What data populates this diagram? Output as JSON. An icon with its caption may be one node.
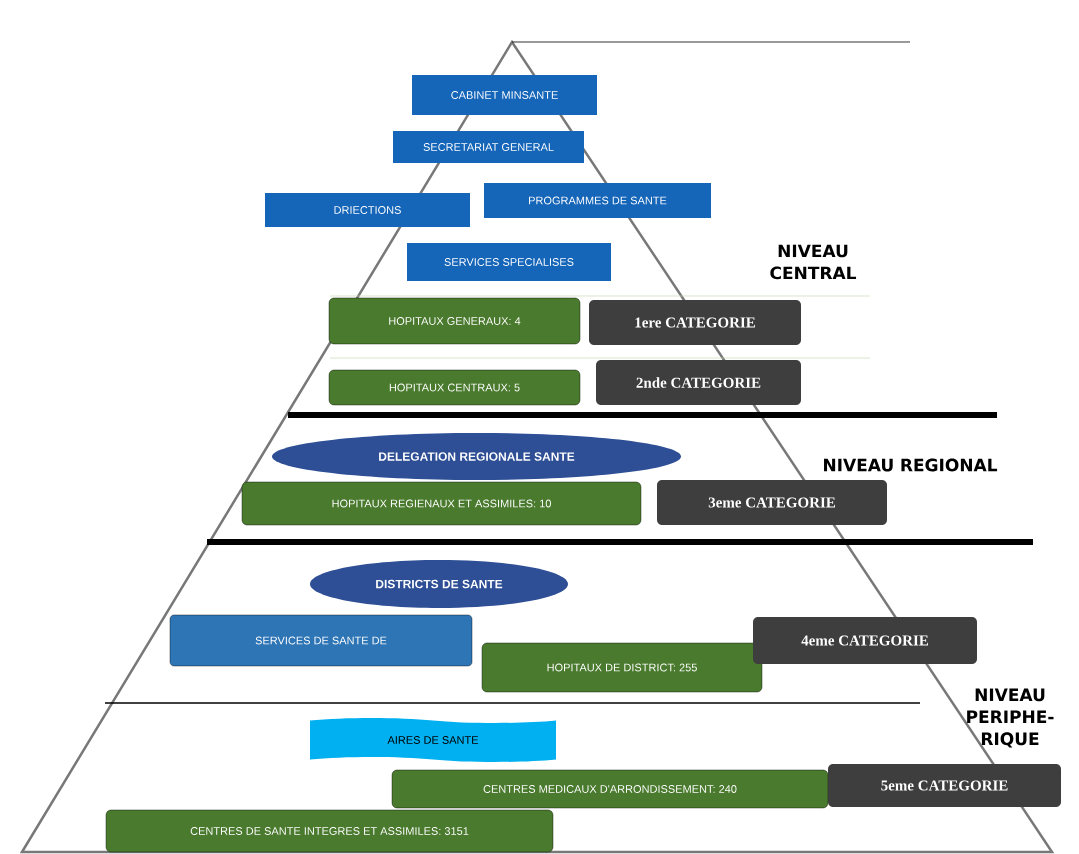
{
  "diagram": {
    "nodes": [
      {
        "text": [
          "CABINET MINSANTE"
        ]
      },
      {
        "text": [
          "SECRETARIAT GENERAL"
        ]
      },
      {
        "text": [
          "DRIECTIONS"
        ]
      },
      {
        "text": [
          "PROGRAMMES DE SANTE"
        ]
      },
      {
        "text": [
          "SERVICES SPECIALISES"
        ]
      },
      {
        "text": [
          "HOPITAUX GENERAUX: 4"
        ]
      },
      {
        "text": [
          "1ere CATEGORIE"
        ]
      },
      {
        "text": [
          "HOPITAUX CENTRAUX: 5"
        ]
      },
      {
        "text": [
          "2nde CATEGORIE"
        ]
      },
      {
        "text": [
          "DELEGATION REGIONALE SANTE"
        ]
      },
      {
        "text": [
          "HOPITAUX REGIENAUX ET ASSIMILES: 10"
        ]
      },
      {
        "text": [
          "3eme CATEGORIE"
        ]
      },
      {
        "text": [
          "DISTRICTS DE SANTE"
        ]
      },
      {
        "text": [
          "SERVICES DE SANTE DE"
        ]
      },
      {
        "text": [
          "HOPITAUX DE DISTRICT: 255"
        ]
      },
      {
        "text": [
          "4eme CATEGORIE"
        ]
      },
      {
        "text": [
          "AIRES DE SANTE"
        ]
      },
      {
        "text": [
          "CENTRES MEDICAUX D'ARRONDISSEMENT: 240"
        ]
      },
      {
        "text": [
          "5eme CATEGORIE"
        ]
      },
      {
        "text": [
          "CENTRES DE SANTE INTEGRES ET ASSIMILES: 3151"
        ]
      }
    ],
    "edges": [],
    "labels": [
      "NIVEAU CENTRAL",
      "NIVEAU REGIONAL",
      "NIVEAU PERIPHE-RIQUE"
    ]
  }
}
